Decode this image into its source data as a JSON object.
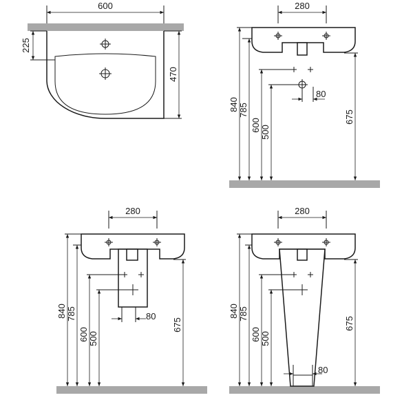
{
  "colors": {
    "floor": "#a8a8a8",
    "line": "#1a1a1a",
    "background": "#ffffff"
  },
  "views": {
    "top_view": {
      "width": "600",
      "inset_depth": "225",
      "depth": "470"
    },
    "wall_hung": {
      "tap_centers": "280",
      "height_rim": "840",
      "height_top": "785",
      "height_supply_upper": "600",
      "height_supply_lower": "500",
      "waste_offset": "80",
      "height_bottom": "675"
    },
    "half_pedestal": {
      "tap_centers": "280",
      "height_rim": "840",
      "height_top": "785",
      "height_supply_upper": "600",
      "height_supply_lower": "500",
      "waste_offset": "80",
      "height_bottom": "675"
    },
    "full_pedestal": {
      "tap_centers": "280",
      "height_rim": "840",
      "height_top": "785",
      "height_supply_upper": "600",
      "height_supply_lower": "500",
      "waste_offset": "80",
      "height_bottom": "675"
    }
  }
}
